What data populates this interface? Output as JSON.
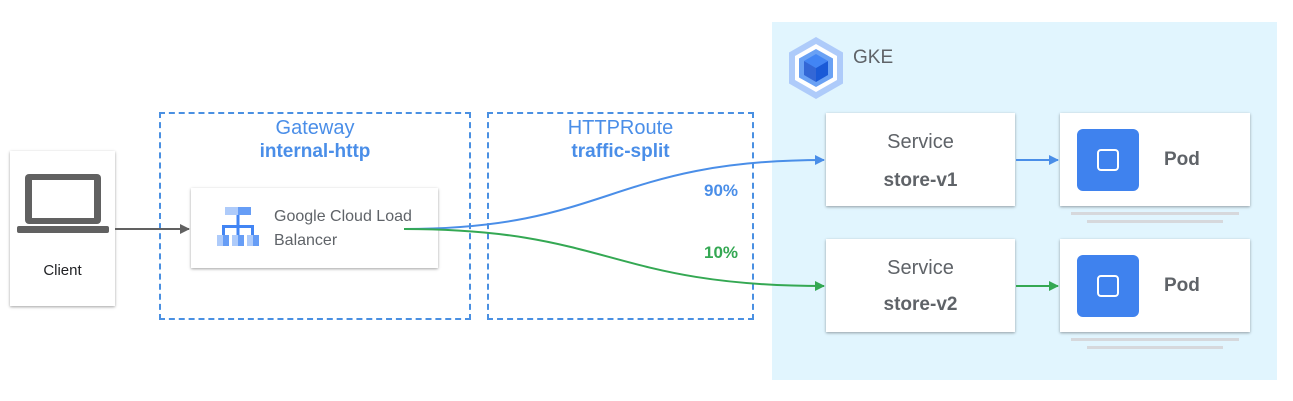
{
  "client": {
    "label": "Client"
  },
  "gateway": {
    "title": "Gateway",
    "name": "internal-http"
  },
  "load_balancer": {
    "label_line1": "Google Cloud Load",
    "label_line2": "Balancer"
  },
  "httproute": {
    "title": "HTTPRoute",
    "name": "traffic-split"
  },
  "gke": {
    "label": "GKE"
  },
  "routes": [
    {
      "percent": "90%",
      "color": "#4a8ee8"
    },
    {
      "percent": "10%",
      "color": "#34a853"
    }
  ],
  "services": [
    {
      "title": "Service",
      "name": "store-v1"
    },
    {
      "title": "Service",
      "name": "store-v2"
    }
  ],
  "pods": [
    {
      "label": "Pod"
    },
    {
      "label": "Pod"
    }
  ],
  "colors": {
    "accent_blue": "#4a8ee8",
    "route_green": "#34a853",
    "gke_background": "#e1f5fe",
    "pod_icon": "#3f82ee"
  }
}
